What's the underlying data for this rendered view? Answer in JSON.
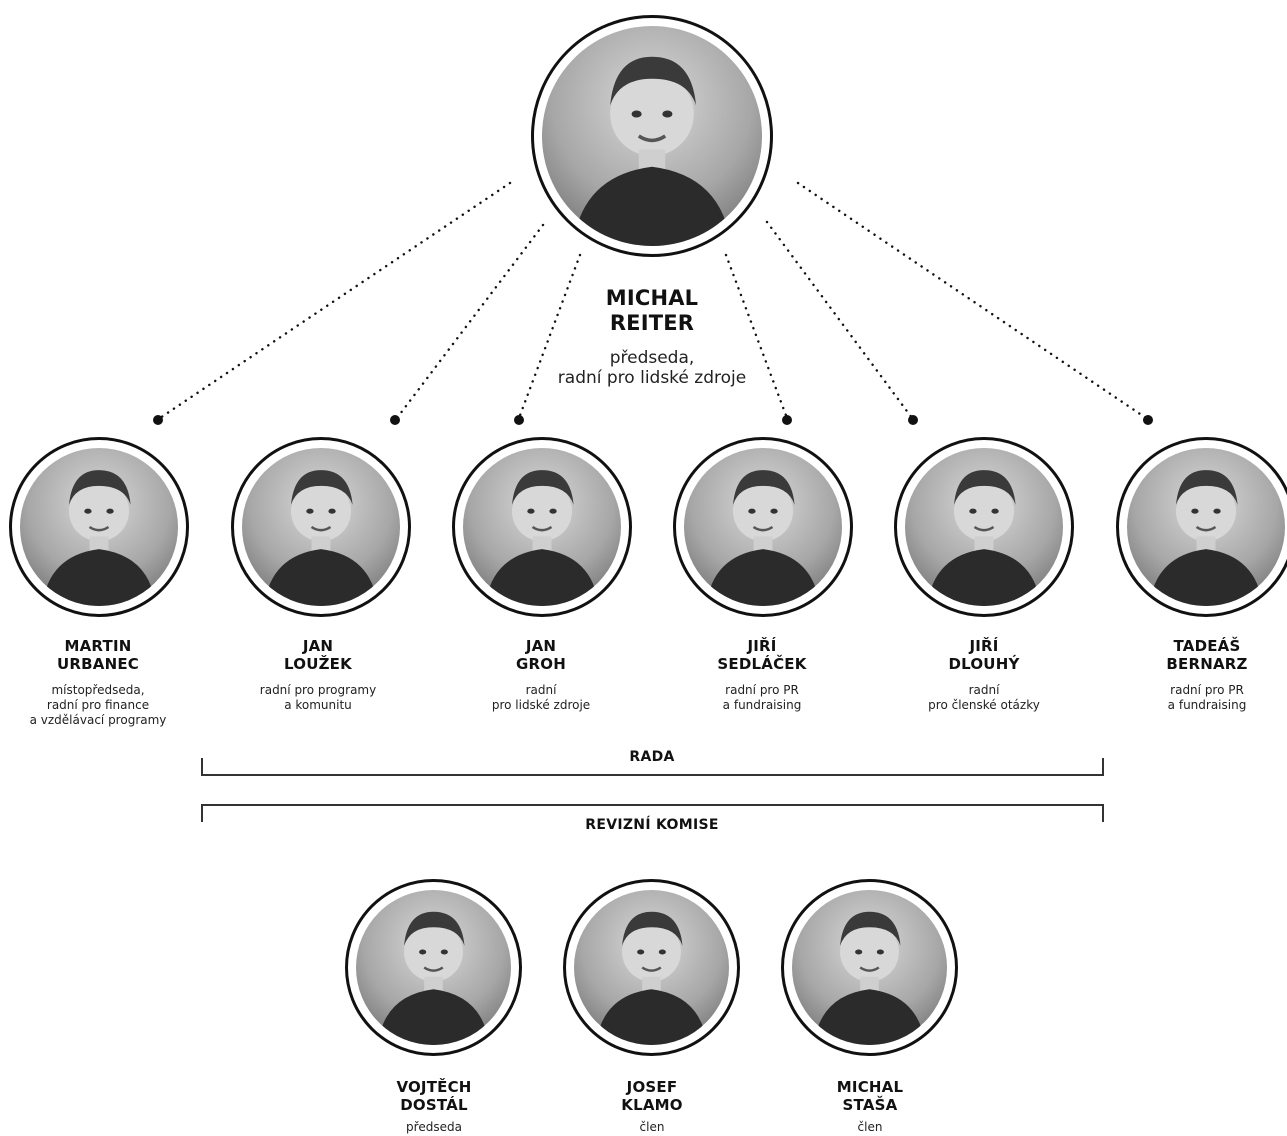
{
  "chairman": {
    "name": "MICHAL\nREITER",
    "role": "předseda,\nradní pro lidské zdroje",
    "photo_icon": "portrait-icon"
  },
  "board": {
    "label": "RADA",
    "members": [
      {
        "name": "MARTIN\nURBANEC",
        "role": "místopředseda,\nradní pro finance\na vzdělávací programy"
      },
      {
        "name": "JAN\nLOUŽEK",
        "role": "radní pro programy\na komunitu"
      },
      {
        "name": "JAN\nGROH",
        "role": "radní\npro lidské zdroje"
      },
      {
        "name": "JIŘÍ\nSEDLÁČEK",
        "role": "radní pro PR\na fundraising"
      },
      {
        "name": "JIŘÍ\nDLOUHÝ",
        "role": "radní\npro členské otázky"
      },
      {
        "name": "TADEÁŠ\nBERNARZ",
        "role": "radní pro PR\na fundraising"
      }
    ]
  },
  "audit_committee": {
    "label": "REVIZNÍ KOMISE",
    "members": [
      {
        "name": "VOJTĚCH\nDOSTÁL",
        "role": "předseda"
      },
      {
        "name": "JOSEF\nKLAMO",
        "role": "člen"
      },
      {
        "name": "MICHAL\nSTAŠA",
        "role": "člen"
      }
    ]
  }
}
